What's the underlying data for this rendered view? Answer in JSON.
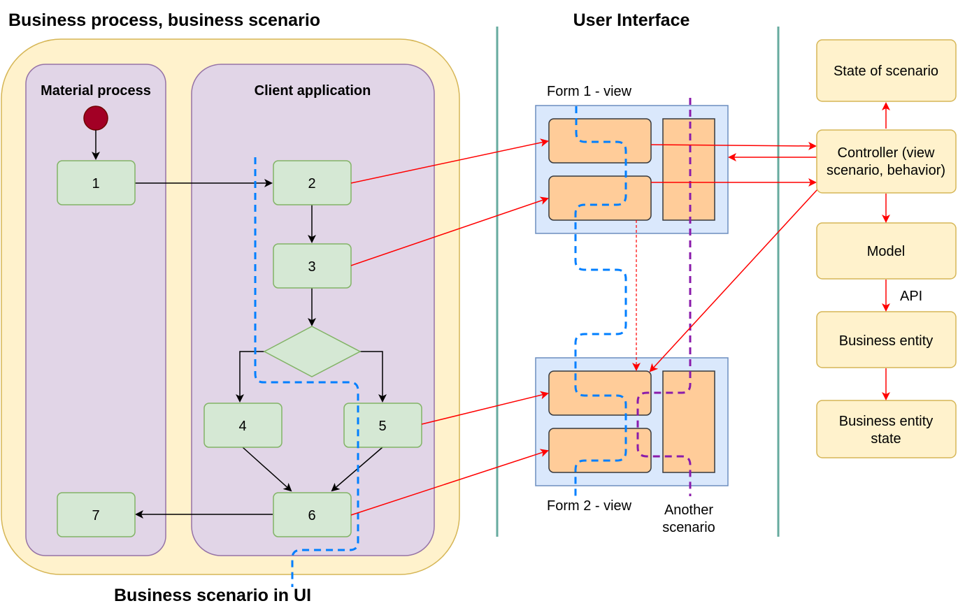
{
  "headers": {
    "business_process": "Business process, business scenario",
    "user_interface": "User Interface",
    "business_scenario_ui": "Business scenario in UI"
  },
  "lanes": {
    "material_process": "Material process",
    "client_application": "Client application"
  },
  "nodes": {
    "n1": "1",
    "n2": "2",
    "n3": "3",
    "n4": "4",
    "n5": "5",
    "n6": "6",
    "n7": "7"
  },
  "forms": {
    "form1_label": "Form 1 - view",
    "form2_label": "Form 2 - view",
    "another_scenario_line1": "Another",
    "another_scenario_line2": "scenario"
  },
  "mvc": {
    "state_of_scenario": "State of scenario",
    "controller_line1": "Controller (view",
    "controller_line2": "scenario, behavior)",
    "model": "Model",
    "api": "API",
    "business_entity": "Business entity",
    "business_entity_state_line1": "Business entity",
    "business_entity_state_line2": "state"
  },
  "colors": {
    "outer_container_fill": "#fff2cc",
    "outer_container_stroke": "#d6b656",
    "lane_fill": "#e1d5e7",
    "lane_stroke": "#9673a6",
    "node_fill": "#d5e8d4",
    "node_stroke": "#82b366",
    "start_fill": "#a20025",
    "form_fill": "#dae8fc",
    "form_stroke": "#6c8ebf",
    "widget_fill": "#ffcc99",
    "ui_divider": "#67ab9f",
    "ui_arrow": "#ff0000",
    "scenario_path": "#007fff",
    "another_path": "#8a1bab"
  }
}
